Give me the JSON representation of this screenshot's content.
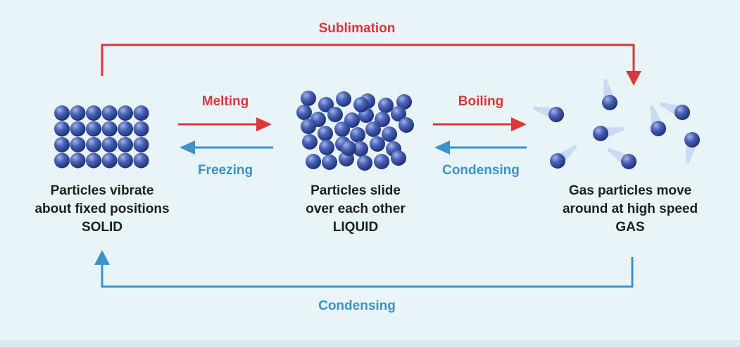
{
  "colors": {
    "background": "#e8f4f8",
    "red_arrow": "#d9373a",
    "blue_arrow": "#3b93c9",
    "particle": "#3f56a8"
  },
  "icons": {
    "solid": "solid-particles-lattice-icon",
    "liquid": "liquid-particles-cluster-icon",
    "gas": "gas-particles-moving-icon"
  },
  "transitions": {
    "sublimation": "Sublimation",
    "melting": "Melting",
    "freezing": "Freezing",
    "boiling": "Boiling",
    "condensing_liquid": "Condensing",
    "condensing_solid": "Condensing"
  },
  "states": [
    {
      "line1": "Particles vibrate",
      "line2": "about fixed positions",
      "name": "SOLID"
    },
    {
      "line1": "Particles slide",
      "line2": "over each other",
      "name": "LIQUID"
    },
    {
      "line1": "Gas particles move",
      "line2": "around at high speed",
      "name": "GAS"
    }
  ]
}
